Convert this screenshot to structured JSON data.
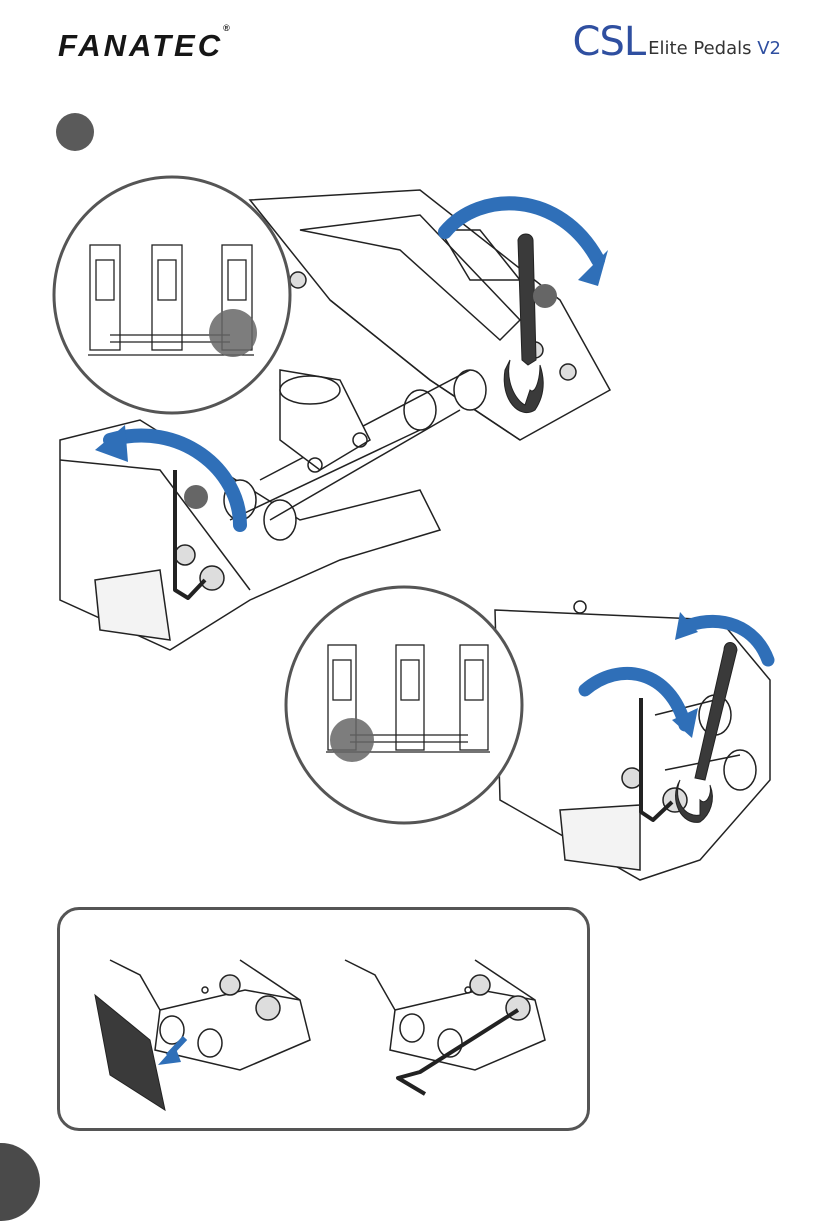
{
  "header": {
    "brand": "FANATEC",
    "brand_mark": "®",
    "product_prefix": "CSL",
    "product_name": "Elite Pedals ",
    "product_version": "V2"
  },
  "colors": {
    "accent_blue": "#2f6fb8",
    "brand_blue": "#2f4fa0",
    "dark": "#3a3a3a"
  },
  "icons": [
    "wrench-icon",
    "hex-key-icon",
    "rotation-arrow-icon",
    "end-cap-arrow-icon"
  ]
}
